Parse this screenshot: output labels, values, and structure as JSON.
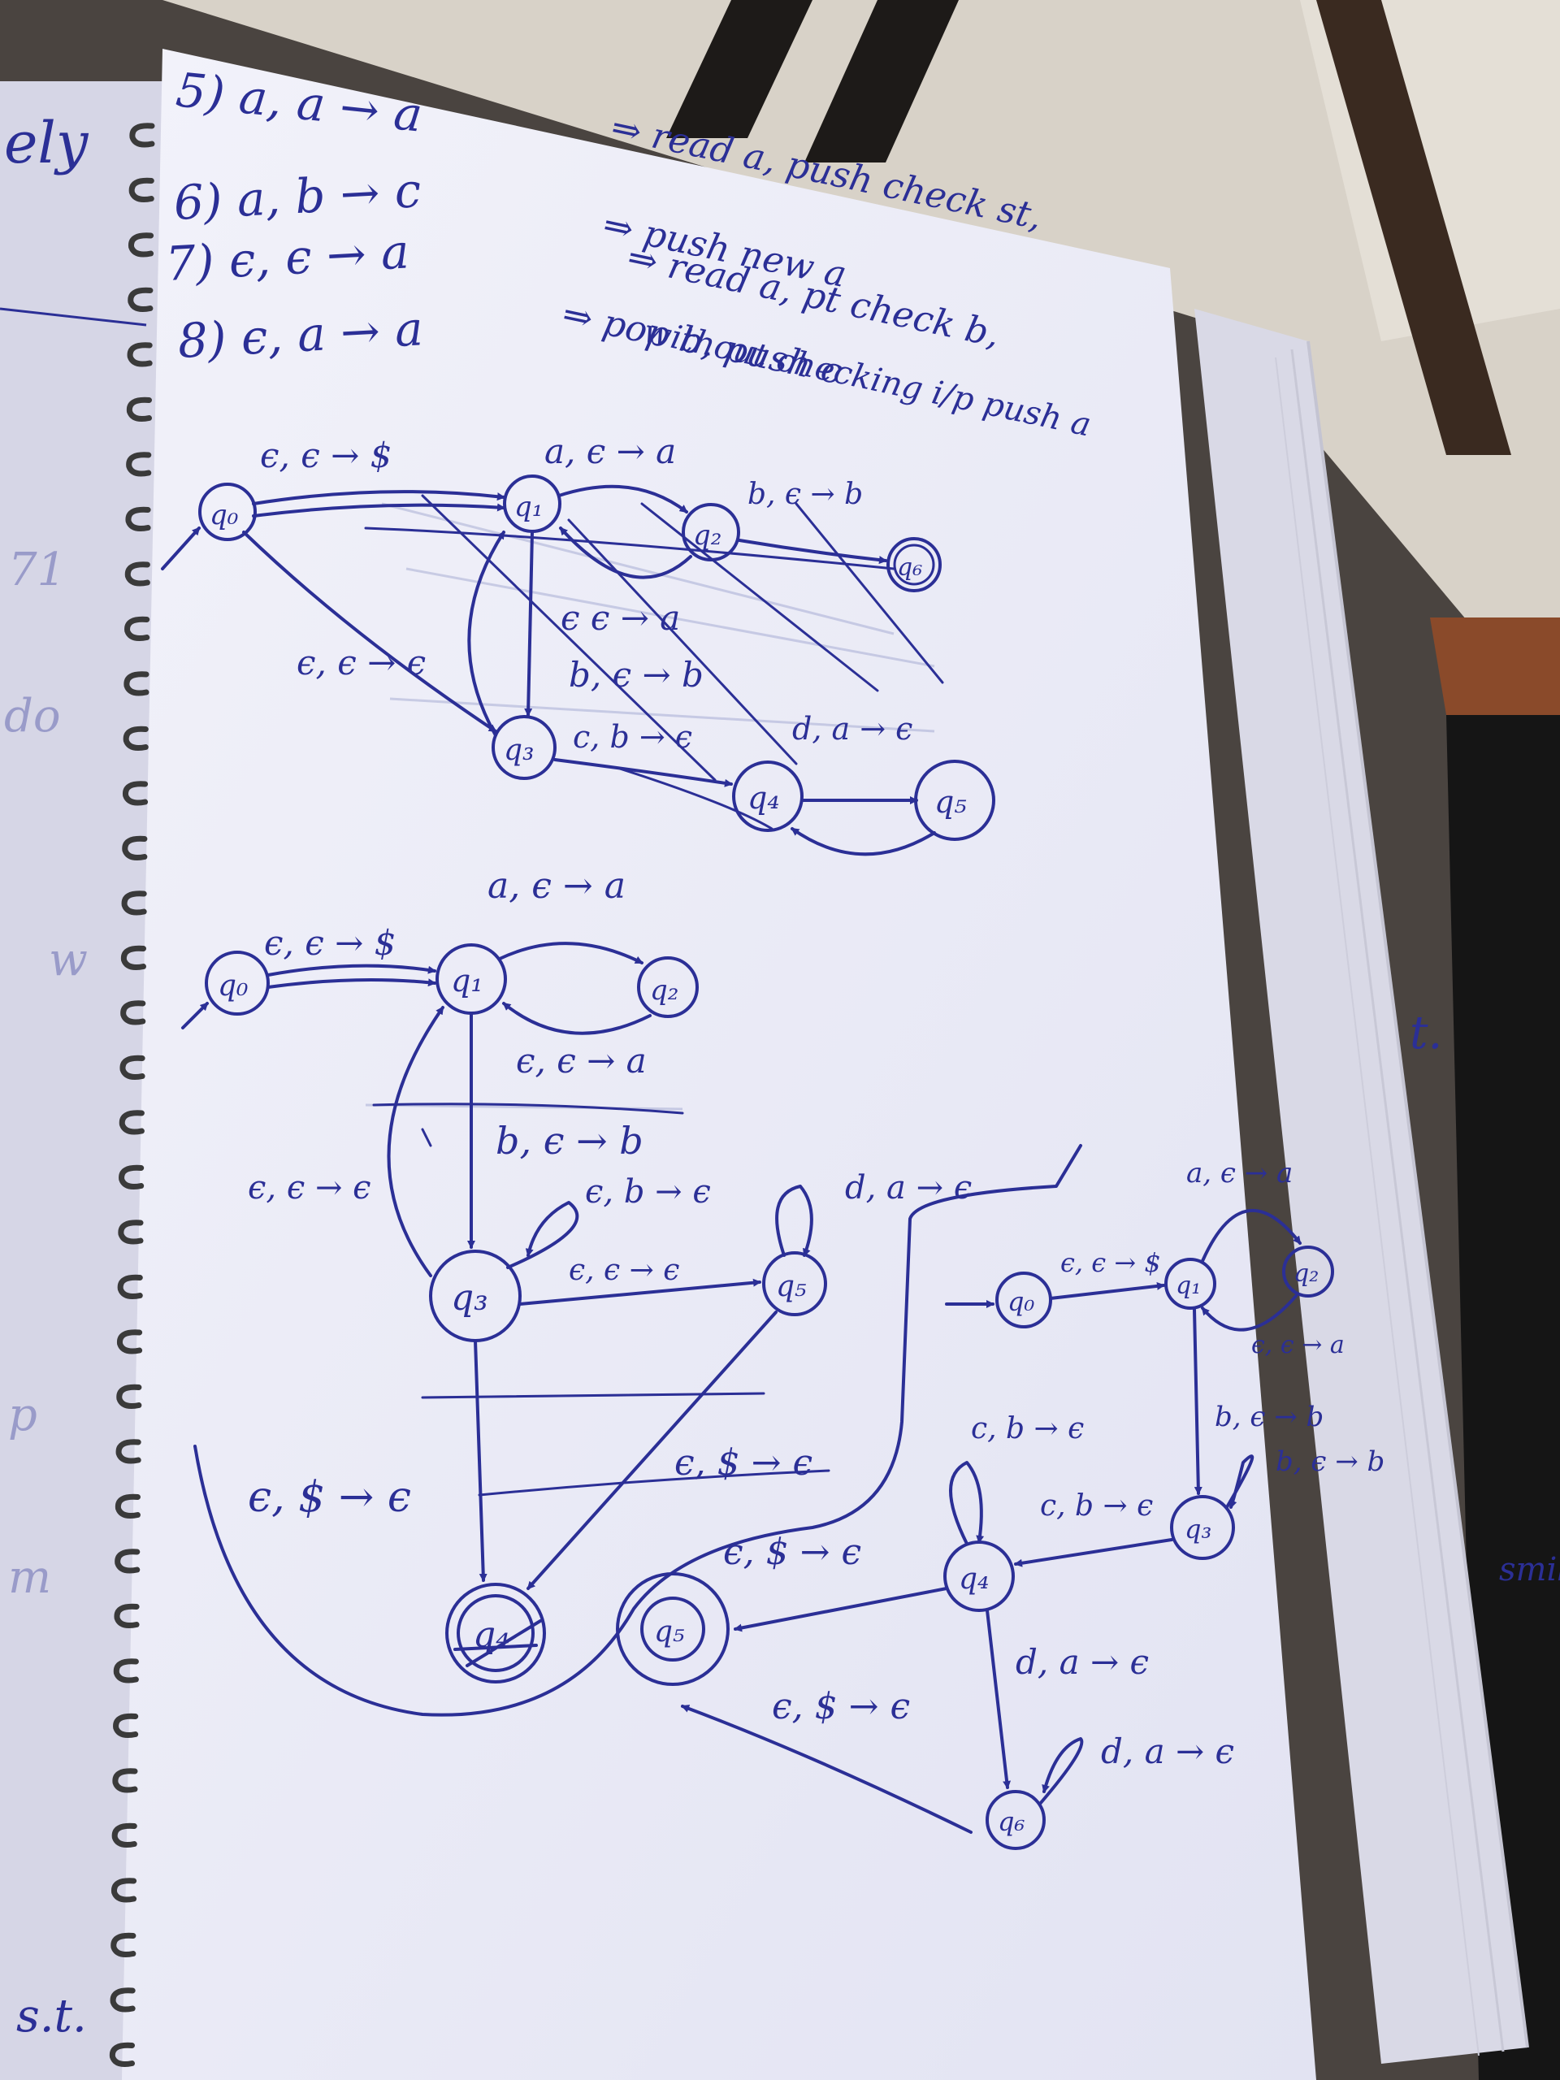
{
  "notes": [
    {
      "rule": "5) a, a → a",
      "meaning": "⇒ read a, push check st,"
    },
    {
      "rule": "6) a, b → c",
      "meaning": "⇒ push new a"
    },
    {
      "rule": "7) ϵ, ϵ → a",
      "meaning": "⇒ read a, pt check b,"
    },
    {
      "rule": "8) ϵ, a → a",
      "meaning": "⇒ pop b, push c"
    }
  ],
  "note_extra": "without checking i/p push a",
  "margin_left": [
    "ely",
    "71",
    "do",
    "w",
    "p",
    "m",
    "s.t."
  ],
  "margin_right": [
    "t.",
    "smil"
  ],
  "diagram_top": {
    "states": [
      "q₀",
      "q₁",
      "q₂",
      "q₃",
      "q₄",
      "q₅",
      "q₆"
    ],
    "labels": [
      "ϵ, ϵ → $",
      "a, ϵ → a",
      "b, ϵ → b",
      "ϵ ϵ → a",
      "ϵ, ϵ → ϵ",
      "b, ϵ → b",
      "c, b → ϵ",
      "d, a → ϵ"
    ]
  },
  "diagram_mid": {
    "states": [
      "q₀",
      "q₁",
      "q₂",
      "q₃",
      "q₅",
      "q₄"
    ],
    "labels": [
      "ϵ, ϵ → $",
      "a, ϵ → a",
      "ϵ, ϵ → a",
      "b, ϵ → b",
      "ϵ, ϵ → ϵ",
      "ϵ, b → ϵ",
      "d, a → ϵ",
      "ϵ, ϵ → ϵ",
      "ϵ, $ → ϵ",
      "ϵ, $ → ϵ"
    ]
  },
  "diagram_right": {
    "states": [
      "q₀",
      "q₁",
      "q₂",
      "q₃",
      "q₄",
      "q₅",
      "q₆"
    ],
    "labels": [
      "ϵ, ϵ → $",
      "a, ϵ → a",
      "ϵ, ϵ → a",
      "b, ϵ → b",
      "b, ϵ → b",
      "c, b → ϵ",
      "c, b → ϵ",
      "ϵ, $ → ϵ",
      "d, a → ϵ",
      "d, a → ϵ",
      "ϵ, $ → ϵ"
    ]
  },
  "colors": {
    "ink": "#2b2f96",
    "paper": "#eeeef7",
    "background": "#4a4440"
  }
}
